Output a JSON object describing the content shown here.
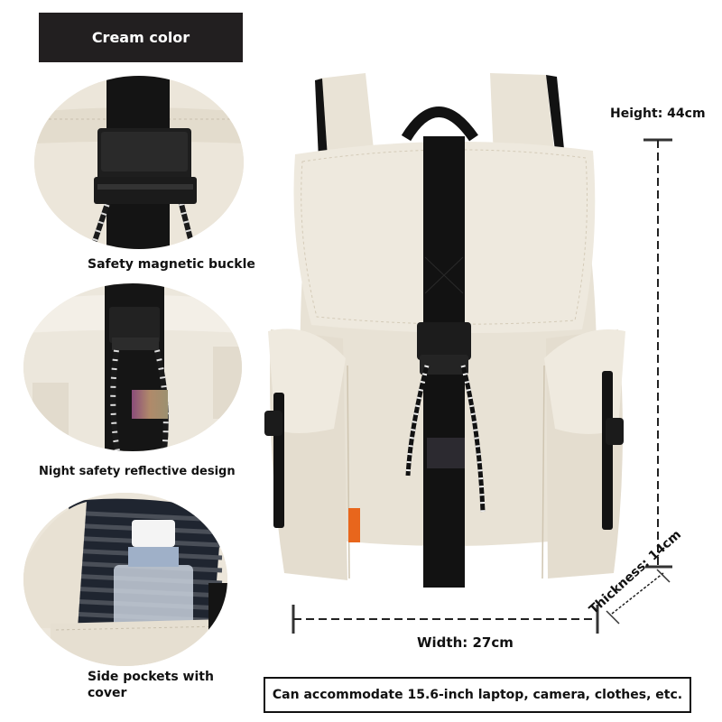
{
  "color_badge": {
    "label": "Cream color"
  },
  "features": [
    {
      "caption": "Safety magnetic buckle",
      "icon": "buckle-closeup"
    },
    {
      "caption": "Night safety reflective design",
      "icon": "reflective-patch-closeup"
    },
    {
      "caption_line1": "Side pockets with",
      "caption_line2": "cover",
      "icon": "side-pocket-closeup"
    }
  ],
  "dimensions": {
    "height": "Height: 44cm",
    "width": "Width: 27cm",
    "thickness": "Thickness: 14cm"
  },
  "capacity_note": "Can accommodate 15.6-inch laptop, camera, clothes, etc.",
  "colors": {
    "cream": "#ebe5d8",
    "cream_shadow": "#d9d1c1",
    "strap_black": "#121212",
    "badge_bg": "#221f20",
    "orange_tag": "#e8661c",
    "lining_stripe": "#1f2530"
  }
}
